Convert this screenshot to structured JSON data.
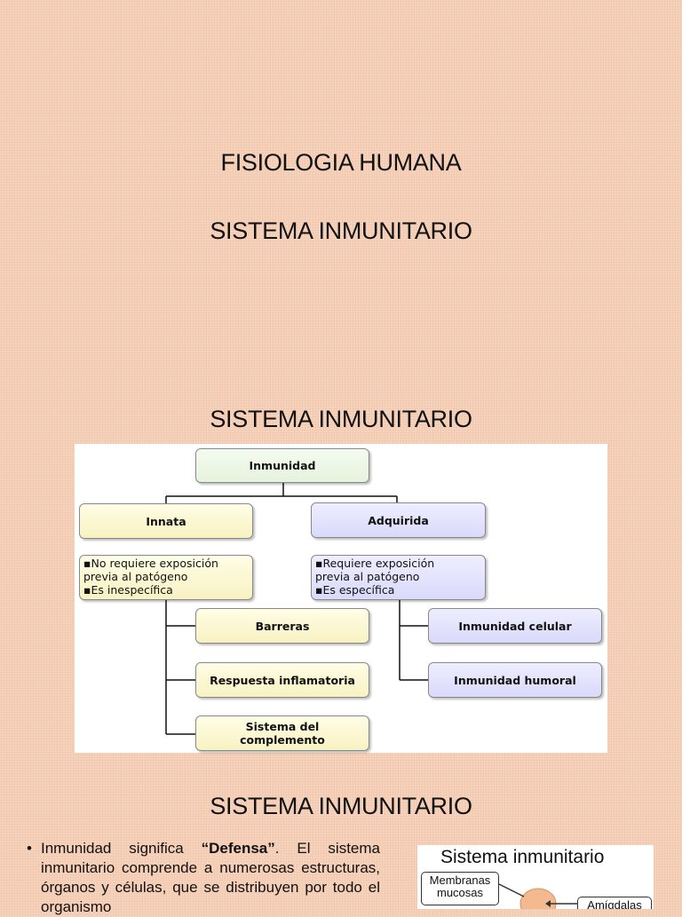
{
  "slides": {
    "title_line1": "FISIOLOGIA HUMANA",
    "title_line2": "SISTEMA INMUNITARIO",
    "slide2_title": "SISTEMA INMUNITARIO",
    "slide3_title": "SISTEMA INMUNITARIO"
  },
  "diagram": {
    "root": "Inmunidad",
    "innate": {
      "label": "Innata",
      "note_line1": "▪No requiere exposición",
      "note_line2": "previa al patógeno",
      "note_line3": "▪Es inespecífica",
      "children": [
        "Barreras",
        "Respuesta inflamatoria",
        "Sistema del complemento"
      ]
    },
    "acquired": {
      "label": "Adquirida",
      "note_line1": "▪Requiere exposición",
      "note_line2": "previa al patógeno",
      "note_line3": "▪Es específica",
      "children": [
        "Inmunidad celular",
        "Inmunidad humoral"
      ]
    },
    "colors": {
      "root": "#e9f5e2",
      "innate": "#fbf6cf",
      "acquired": "#e3e3fc"
    }
  },
  "text_block": {
    "bullet": "•",
    "pre": "Inmunidad significa ",
    "bold": "“Defensa”",
    "post": ". El sistema inmunitario comprende a numerosas estructuras, órganos y células, que se distribuyen por todo el organismo"
  },
  "mini_diagram": {
    "title": "Sistema inmunitario",
    "label_left": "Membranas mucosas",
    "label_right": "Amígdalas"
  }
}
